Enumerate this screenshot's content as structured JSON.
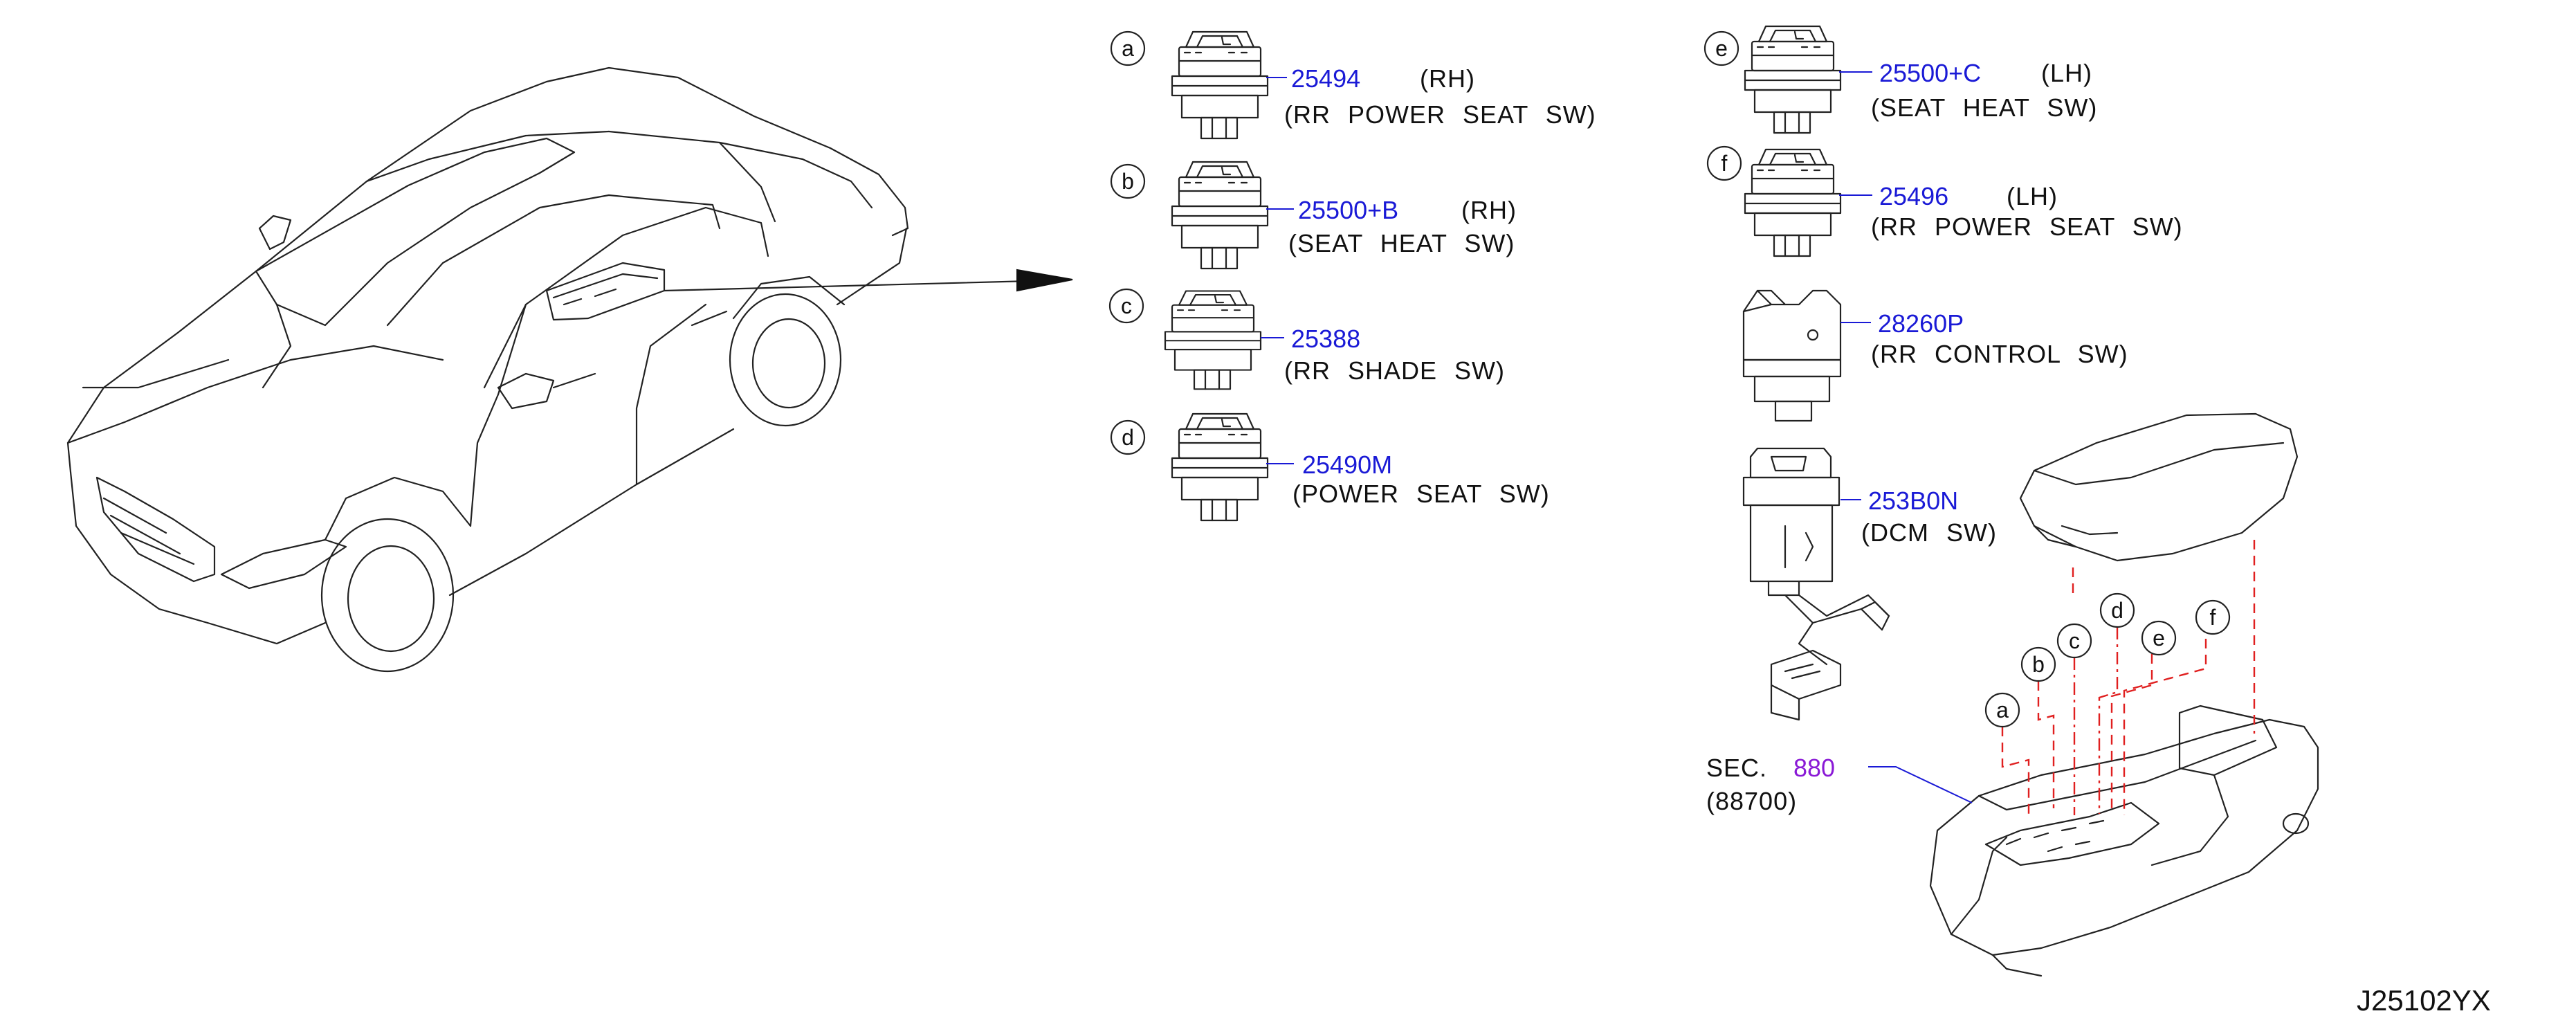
{
  "callouts": {
    "a": "a",
    "b": "b",
    "c": "c",
    "d": "d",
    "e": "e",
    "f": "f"
  },
  "parts": [
    {
      "id": "a",
      "part_no": "25494",
      "side": "(RH)",
      "desc": "(RR  POWER  SEAT  SW)"
    },
    {
      "id": "b",
      "part_no": "25500+B",
      "side": "(RH)",
      "desc": "(SEAT  HEAT  SW)"
    },
    {
      "id": "c",
      "part_no": "25388",
      "side": "",
      "desc": "(RR  SHADE  SW)"
    },
    {
      "id": "d",
      "part_no": "25490M",
      "side": "",
      "desc": "(POWER  SEAT  SW)"
    },
    {
      "id": "e",
      "part_no": "25500+C",
      "side": "(LH)",
      "desc": "(SEAT  HEAT  SW)"
    },
    {
      "id": "f",
      "part_no": "25496",
      "side": "(LH)",
      "desc": "(RR  POWER  SEAT  SW)"
    },
    {
      "id": "rr_control",
      "part_no": "28260P",
      "side": "",
      "desc": "(RR  CONTROL  SW)"
    },
    {
      "id": "dcm",
      "part_no": "253B0N",
      "side": "",
      "desc": "(DCM  SW)"
    }
  ],
  "section_ref": {
    "prefix": "SEC.",
    "number": "880",
    "sub": "(88700)"
  },
  "diagram_id": "J25102YX",
  "colors": {
    "part_number": "#1a1ad6",
    "section_number": "#8a1ad6",
    "dashed_lines": "#e02020",
    "lines": "#222222"
  }
}
